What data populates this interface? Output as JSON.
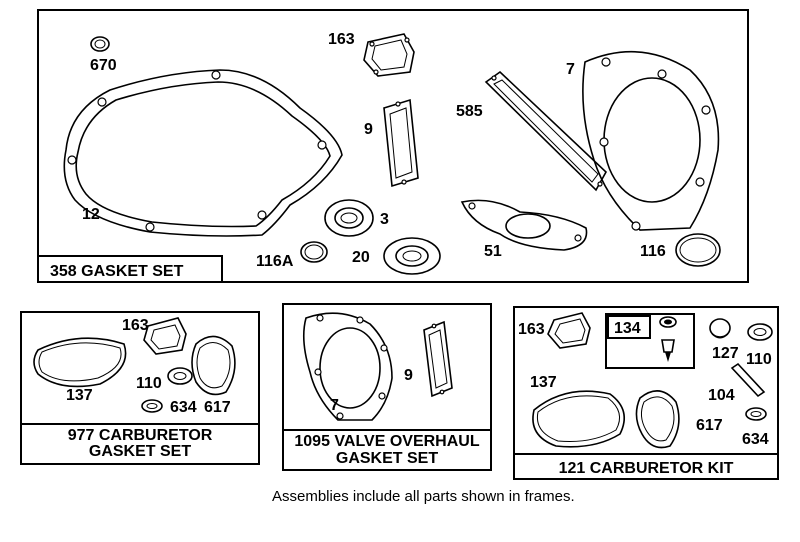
{
  "frames": {
    "gasket_set": {
      "title": "358 GASKET SET",
      "parts": {
        "p670": "670",
        "p163": "163",
        "p7": "7",
        "p585": "585",
        "p9": "9",
        "p12": "12",
        "p3": "3",
        "p116a": "116A",
        "p20": "20",
        "p51": "51",
        "p116": "116"
      }
    },
    "carb_gasket_set": {
      "title_line1": "977 CARBURETOR",
      "title_line2": "GASKET SET",
      "parts": {
        "p163": "163",
        "p137": "137",
        "p110": "110",
        "p634": "634",
        "p617": "617"
      }
    },
    "valve_overhaul": {
      "title_line1": "1095 VALVE OVERHAUL",
      "title_line2": "GASKET SET",
      "parts": {
        "p9": "9",
        "p7": "7"
      }
    },
    "carb_kit": {
      "title": "121 CARBURETOR KIT",
      "parts": {
        "p163": "163",
        "p134": "134",
        "p127": "127",
        "p110": "110",
        "p137": "137",
        "p104": "104",
        "p617": "617",
        "p634": "634"
      }
    }
  },
  "footnote": "Assemblies include all parts shown in frames."
}
